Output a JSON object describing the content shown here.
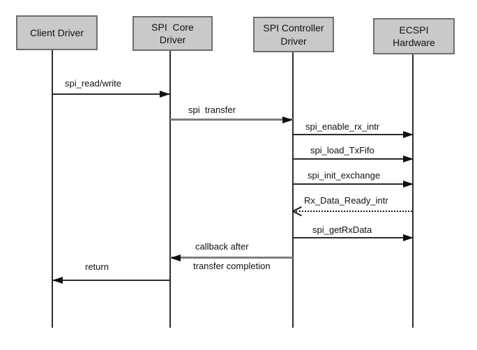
{
  "diagram": {
    "type": "sequence-diagram",
    "background": "#ffffff",
    "actors": [
      {
        "id": "client-driver",
        "lines": [
          "Client Driver"
        ]
      },
      {
        "id": "spi-core-driver",
        "lines": [
          "SPI  Core",
          "Driver"
        ]
      },
      {
        "id": "spi-controller-driver",
        "lines": [
          "SPI Controller",
          "Driver"
        ]
      },
      {
        "id": "ecspi-hardware",
        "lines": [
          "ECSPI",
          "Hardware"
        ]
      }
    ],
    "messages": [
      {
        "label": "spi_read/write",
        "from": "Client Driver",
        "to": "SPI Core Driver",
        "line": "solid",
        "arrowhead": "filled",
        "direction": "right"
      },
      {
        "label": "spi  transfer",
        "from": "SPI Core Driver",
        "to": "SPI Controller Driver",
        "line": "solid-thick-gray",
        "arrowhead": "filled",
        "direction": "right"
      },
      {
        "label": "spi_enable_rx_intr",
        "from": "SPI Controller Driver",
        "to": "ECSPI Hardware",
        "line": "solid",
        "arrowhead": "filled",
        "direction": "right"
      },
      {
        "label": "spi_load_TxFifo",
        "from": "SPI Controller Driver",
        "to": "ECSPI Hardware",
        "line": "solid",
        "arrowhead": "filled",
        "direction": "right"
      },
      {
        "label": "spi_init_exchange",
        "from": "SPI Controller Driver",
        "to": "ECSPI Hardware",
        "line": "solid",
        "arrowhead": "filled",
        "direction": "right"
      },
      {
        "label": "Rx_Data_Ready_intr",
        "from": "ECSPI Hardware",
        "to": "SPI Controller Driver",
        "line": "dotted",
        "arrowhead": "open",
        "direction": "left"
      },
      {
        "label": "spi_getRxData",
        "from": "SPI Controller Driver",
        "to": "ECSPI Hardware",
        "line": "solid",
        "arrowhead": "filled",
        "direction": "right"
      },
      {
        "label": "callback after",
        "label2": "transfer completion",
        "from": "SPI Controller Driver",
        "to": "SPI Core Driver",
        "line": "solid-thick-gray",
        "arrowhead": "filled",
        "direction": "left"
      },
      {
        "label": "return",
        "from": "SPI Core Driver",
        "to": "Client Driver",
        "line": "solid",
        "arrowhead": "filled",
        "direction": "left"
      }
    ],
    "colors": {
      "actor_fill": "#c9c9c9",
      "actor_border": "#6e6e6e",
      "line_dark": "#2b2b2b",
      "line_gray": "#7f7f7f",
      "text": "#111111",
      "background": "#ffffff"
    }
  }
}
